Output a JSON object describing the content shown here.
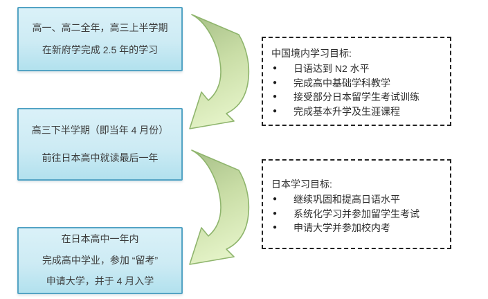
{
  "stages": [
    {
      "lines": [
        "高一、高二全年，高三上半学期",
        "在新府学完成 2.5 年的学习"
      ]
    },
    {
      "lines": [
        "高三下半学期（即当年 4 月份）",
        "前往日本高中就读最后一年"
      ]
    },
    {
      "lines": [
        "在日本高中一年内",
        "完成高中学业，参加 “留考”",
        "申请大学，并于 4 月入学"
      ]
    }
  ],
  "goals": [
    {
      "title": "中国境内学习目标:",
      "items": [
        "日语达到 N2 水平",
        "完成高中基础学科教学",
        "接受部分日本留学生考试训练",
        "完成基本升学及生涯课程"
      ]
    },
    {
      "title": "日本学习目标:",
      "items": [
        "继续巩固和提高日语水平",
        "系统化学习并参加留学生考试",
        "申请大学并参加校内考"
      ]
    }
  ],
  "bullet_glyph": "●",
  "colors": {
    "stage_box_border": "#53a3c4",
    "stage_box_fill_top": "#daf1f8",
    "stage_box_fill_bottom": "#b2e1ee",
    "arrow_fill_dark": "#a6bf87",
    "arrow_fill_light": "#e3f2c6",
    "arrow_outline": "#8fb56d",
    "goal_box_border": "#222222",
    "text_color": "#3c3c3c"
  }
}
